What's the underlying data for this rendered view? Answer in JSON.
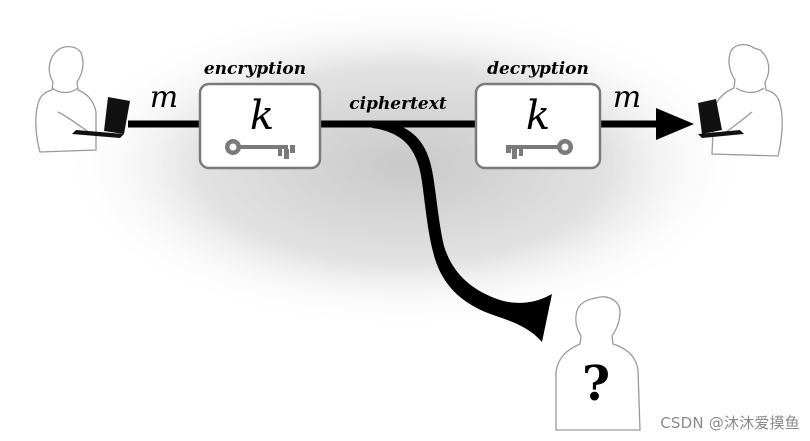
{
  "diagram": {
    "labels": {
      "message_left": "m",
      "message_right": "m",
      "encryption": "encryption",
      "decryption": "decryption",
      "ciphertext": "ciphertext",
      "key_left": "k",
      "key_right": "k",
      "eavesdropper_mark": "?"
    }
  },
  "watermark": "CSDN @沐沐爱摸鱼",
  "colors": {
    "arrow": "#000000",
    "box_border": "#7a7a7a",
    "box_fill": "#ffffff",
    "key_icon": "#7a7a7a",
    "person_outline": "#9a9a9a",
    "background_glow": "#cfcfcf"
  },
  "icons": [
    "sender-person-icon",
    "laptop-icon",
    "key-icon",
    "receiver-person-icon",
    "eavesdropper-person-icon"
  ]
}
